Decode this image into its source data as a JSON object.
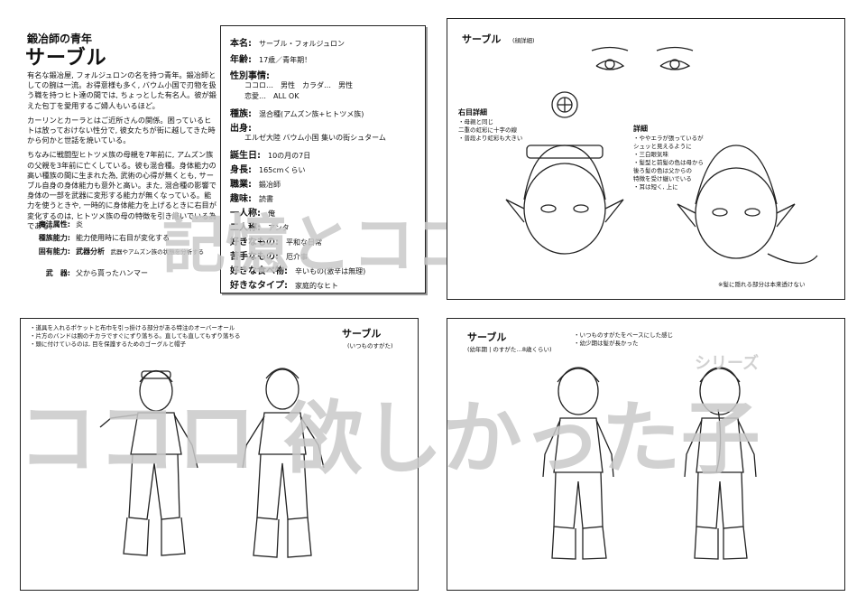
{
  "left_page": {
    "subtitle": "鍛冶師の青年",
    "name": "サーブル",
    "description": [
      "有名な鍛冶屋, フォルジュロンの名を持つ青年。鍛冶師としての腕は一流。お得意様も多く, バウム小国で刃物を扱う職を持つヒト達の間では, ちょっとした有名人。彼が鍛えた包丁を愛用するご婦人もいるほど。",
      "カーリンとカーラとはご近所さんの関係。困っているヒトは放っておけない性分で, 彼女たちが街に越してきた時から何かと世話を焼いている。",
      "ちなみに戦闘型ヒトツメ族の母親を7年前に, アムズン族の父親を3年前に亡くしている。彼も混合種。身体能力の高い種族の間に生まれた為, 武術の心得が無くとも, サーブル自身の身体能力も意外と高い。また, 混合種の影響で身体の一部を武器に変形する能力が無くなっている。能力を使うときや, 一時的に身体能力を上げるときに右目が変化するのは, ヒトツメ族の母の特徴を引き継いでいる為である。"
    ],
    "skills": [
      {
        "k": "魔法属性:",
        "v": "炎"
      },
      {
        "k": "種族能力:",
        "v": "能力使用時に右目が変化する"
      },
      {
        "k": "固有能力:",
        "v": "武器分析",
        "extra": "武器やアムズン族の状態を分析する"
      },
      {
        "k": "武　器:",
        "v": "父から貰ったハンマー"
      }
    ]
  },
  "profile": {
    "rows": [
      {
        "k": "本名:",
        "v": "サーブル・フォルジュロン"
      },
      {
        "k": "年齢:",
        "v": "17歳／青年期！"
      },
      {
        "k": "性別事情:",
        "v": ""
      },
      {
        "k": "",
        "v": "ココロ…　男性　カラダ…　男性"
      },
      {
        "k": "",
        "v": "恋愛…　ALL OK"
      },
      {
        "k": "種族:",
        "v": "混合種(アムズン族+ヒトツメ族)"
      },
      {
        "k": "出身:",
        "v": ""
      },
      {
        "k": "",
        "v": "エルゼ大陸 バウム小国 集いの街シュターム"
      },
      {
        "k": "誕生日:",
        "v": "10の月の7日"
      },
      {
        "k": "身長:",
        "v": "165cmくらい"
      },
      {
        "k": "職業:",
        "v": "鍛冶師"
      },
      {
        "k": "趣味:",
        "v": "読書"
      },
      {
        "k": "一人称:",
        "v": "俺"
      },
      {
        "k": "二人称:",
        "v": "アンタ"
      },
      {
        "k": "好きなもの:",
        "v": "平和な日常"
      },
      {
        "k": "苦手なもの:",
        "v": "厄介事"
      },
      {
        "k": "好きな食べ物:",
        "v": "辛いもの(激辛は無理)"
      },
      {
        "k": "好きなタイプ:",
        "v": "家庭的なヒト"
      }
    ]
  },
  "panel_face": {
    "title": "サーブル",
    "sub": "(顔詳細)",
    "right_eye_title": "右目詳細",
    "right_eye_notes": [
      "・母親と同じ",
      "二重の虹彩に十字の線",
      "・普段より虹彩も大きい"
    ],
    "detail_title": "詳細",
    "detail_notes": [
      "・ややエラが張っているが",
      "シュッと見えるように",
      "・三白眼気味",
      "・髪型と前髪の色は母から",
      "後ろ髪の色は父からの",
      "特徴を受け継いでいる",
      "・耳は短く, 上に"
    ],
    "hair_note": "※髪に隠れる部分は本来透けない"
  },
  "panel_full": {
    "title": "サーブル",
    "sub": "(いつものすがた)",
    "notes": [
      "・道具を入れるポケットと布巾を引っ掛ける部分がある特注のオーバーオール",
      "・片方のバンドは腕のチカラですぐにずり落ちる。直しても直してもずり落ちる",
      "・頭に付けているのは, 目を保護するためのゴーグルと帽子"
    ]
  },
  "panel_child": {
    "title": "サーブル",
    "sub": "(幼年期 | のすがた…8歳くらい)",
    "notes": [
      "・いつものすがたをベースにした感じ",
      "・幼少期は髪が長かった"
    ]
  },
  "watermark": {
    "line1": "記憶とココロ",
    "series": "シリーズ",
    "line2": "ココロ 欲しかった子"
  }
}
